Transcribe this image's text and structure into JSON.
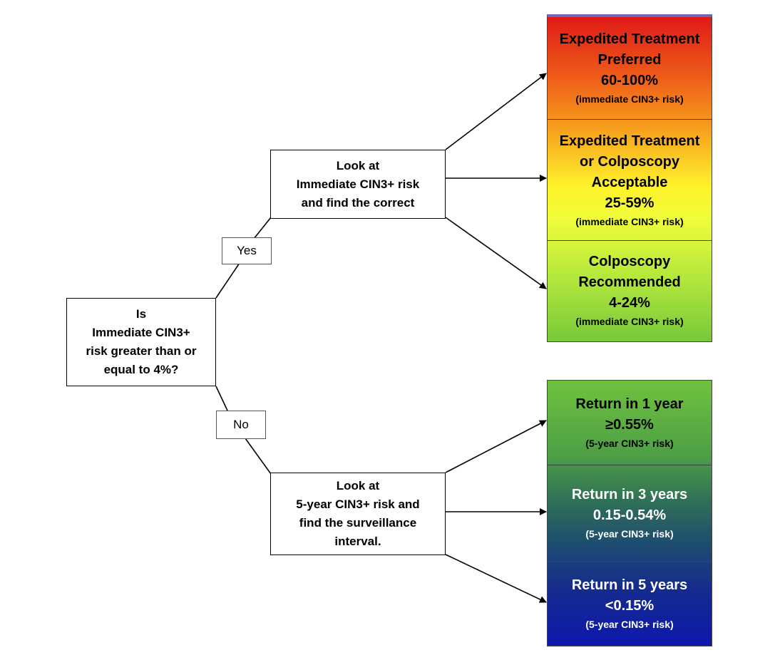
{
  "decision": {
    "lines": [
      "Is",
      "Immediate CIN3+",
      "risk greater than or",
      "equal to 4%?"
    ]
  },
  "branch_yes": {
    "label": "Yes"
  },
  "branch_no": {
    "label": "No"
  },
  "step_immediate": {
    "lines": [
      "Look at",
      "Immediate CIN3+ risk",
      "and find the correct"
    ]
  },
  "step_five_year": {
    "lines": [
      "Look at",
      "5-year CIN3+ risk and",
      "find the surveillance",
      "interval."
    ]
  },
  "immediate_outcomes": [
    {
      "title_lines": [
        "Expedited Treatment",
        "Preferred"
      ],
      "range": "60-100%",
      "note": "(immediate CIN3+ risk)",
      "color": "#e8351a"
    },
    {
      "title_lines": [
        "Expedited Treatment",
        "or Colposcopy",
        "Acceptable"
      ],
      "range": "25-59%",
      "note": "(immediate CIN3+ risk)",
      "color": "#fff12a"
    },
    {
      "title_lines": [
        "Colposcopy",
        "Recommended"
      ],
      "range": "4-24%",
      "note": "(immediate CIN3+ risk)",
      "color": "#8fd43a"
    }
  ],
  "surveillance_outcomes": [
    {
      "title_lines": [
        "Return in 1 year"
      ],
      "range": "≥0.55%",
      "note": "(5-year CIN3+ risk)",
      "color": "#6fc23e"
    },
    {
      "title_lines": [
        "Return in 3 years"
      ],
      "range": "0.15-0.54%",
      "note": "(5-year CIN3+ risk)",
      "color": "#2f6e58"
    },
    {
      "title_lines": [
        "Return in 5 years"
      ],
      "range": "<0.15%",
      "note": "(5-year CIN3+ risk)",
      "color": "#0d18ad"
    }
  ]
}
